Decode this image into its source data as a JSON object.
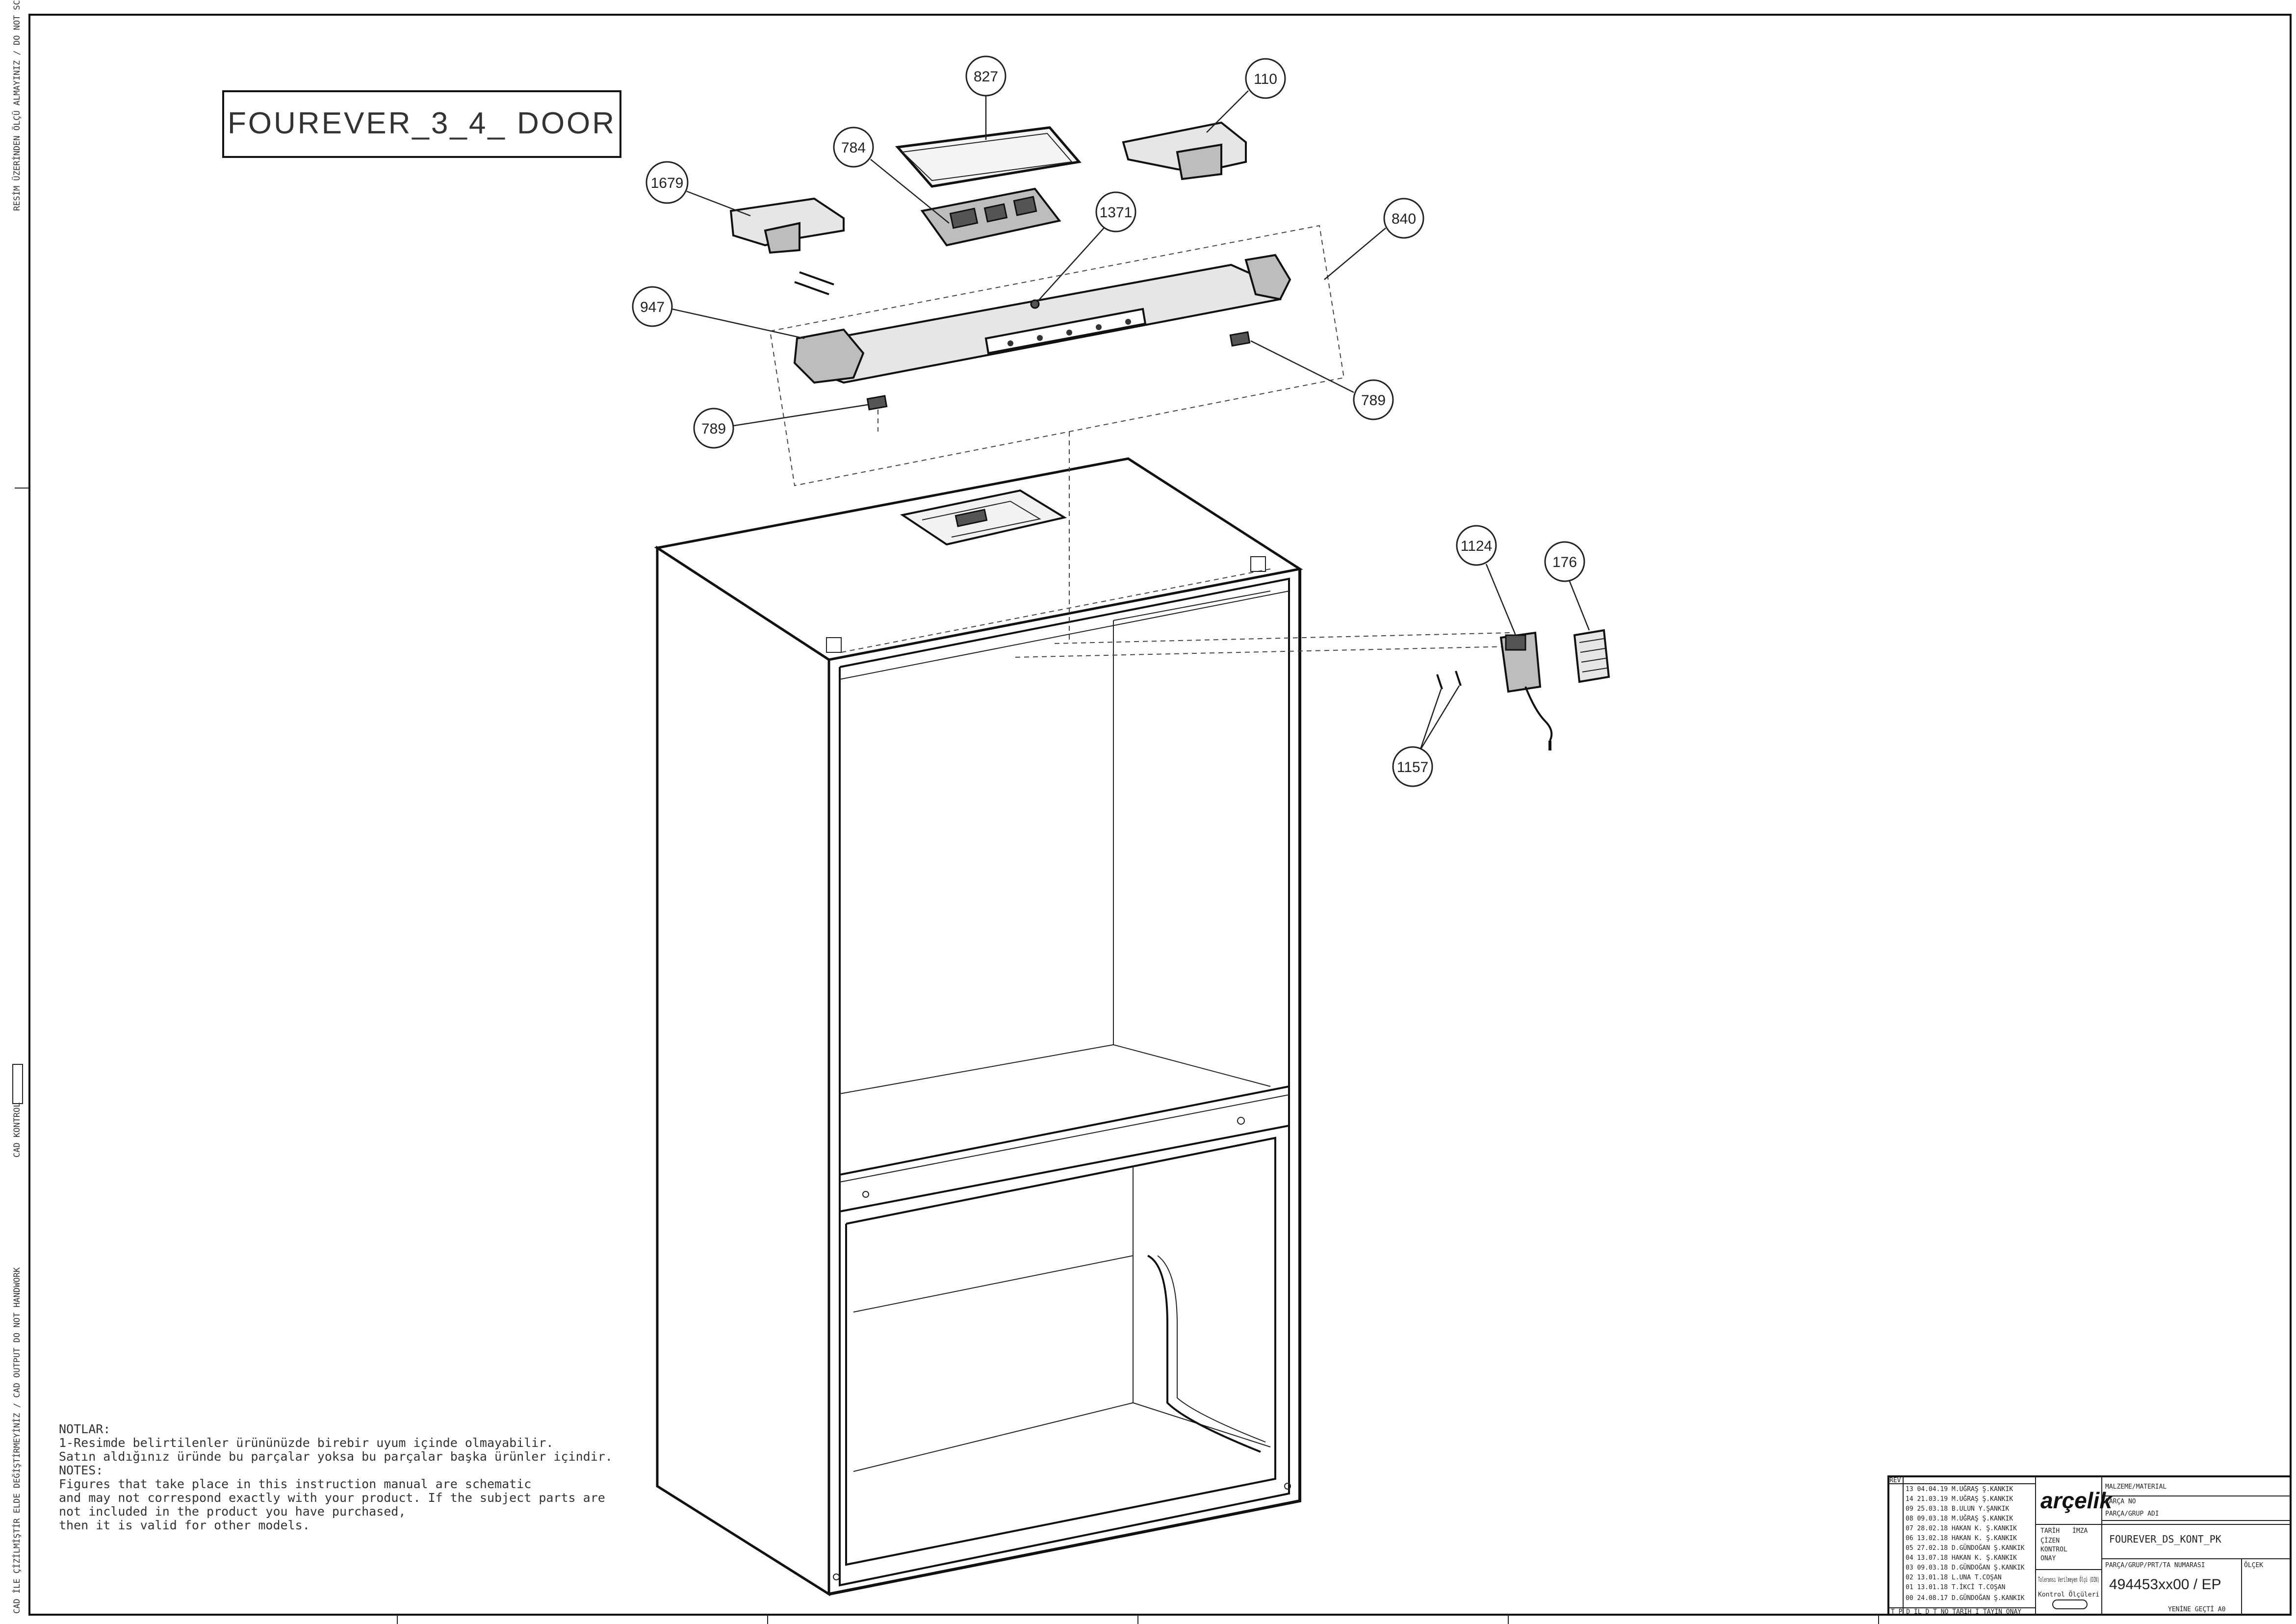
{
  "drawing": {
    "title": "FOUREVER_3_4_ DOOR",
    "side_texts": [
      "RESİM ÜZERİNDEN ÖLÇÜ ALMAYINIZ / DO NOT SCALE",
      "CAD KONTROL",
      "CAD İLE ÇİZİLMİŞTİR ELDE DEĞİŞTİRMEYİNİZ / CAD OUTPUT DO NOT HANDWORK"
    ],
    "notes": [
      "NOTLAR:",
      "1-Resimde belirtilenler ürününüzde birebir  uyum içinde olmayabilir.",
      "Satın aldığınız üründe bu parçalar yoksa bu parçalar başka ürünler içindir.",
      "NOTES:",
      "Figures that take place in this instruction manual are schematic",
      " and may not correspond exactly with your product. If the subject parts are",
      "not included in the product you have purchased,",
      "then it is valid for other models."
    ],
    "callouts": {
      "c827": "827",
      "c110": "110",
      "c784": "784",
      "c1679": "1679",
      "c1371": "1371",
      "c840": "840",
      "c947": "947",
      "c789a": "789",
      "c789b": "789",
      "c1124": "1124",
      "c176": "176",
      "c1157": "1157"
    }
  },
  "title_block": {
    "brand": "arçelik",
    "material_label": "MALZEME/MATERIAL",
    "part_no_label": "PARÇA NO",
    "part_name_label": "PARÇA/GRUP ADI",
    "part_name": "FOUREVER_DS_KONT_PK",
    "drawing_no_label": "PARÇA/GRUP/PRT/TA NUMARASI",
    "drawing_no": "494453xx00 / EP",
    "scale_label": "ÖLÇEK",
    "sheet": "YENİNE GEÇTİ  A0",
    "date_label": "TARİH",
    "by_label": "İMZA",
    "tolerance_label": "Toleransı Verilmeyen Ölçü (DIN)",
    "control_label": "Kontrol Ölçüleri",
    "rev_header": "REV",
    "rev_footer": "T  P  D  İL  D_T_NO  TARİH  İ_TAYİN  ONAY",
    "revisions": [
      "13  04.04.19  M.UĞRAŞ  Ş.KANKIK",
      "14  21.03.19  M.UĞRAŞ  Ş.KANKIK",
      "09  25.03.18  B.ULUN  Y.ŞANKIK",
      "08  09.03.18  M.UĞRAŞ  Ş.KANKIK",
      "07  28.02.18  HAKAN K.  Ş.KANKIK",
      "06  13.02.18  HAKAN K.  Ş.KANKIK",
      "05  27.02.18  D.GÜNDOĞAN  Ş.KANKIK",
      "04  13.07.18  HAKAN K.  Ş.KANKIK",
      "03  09.03.18  D.GÜNDOĞAN  Ş.KANKIK",
      "02  13.01.18  L.UNA  T.COŞAN",
      "01  13.01.18  T.İKCİ  T.COŞAN",
      "00  24.08.17  D.GÜNDOĞAN  Ş.KANKIK"
    ],
    "approve_labels": [
      "ÇİZEN",
      "KONTROL",
      "ONAY"
    ]
  }
}
